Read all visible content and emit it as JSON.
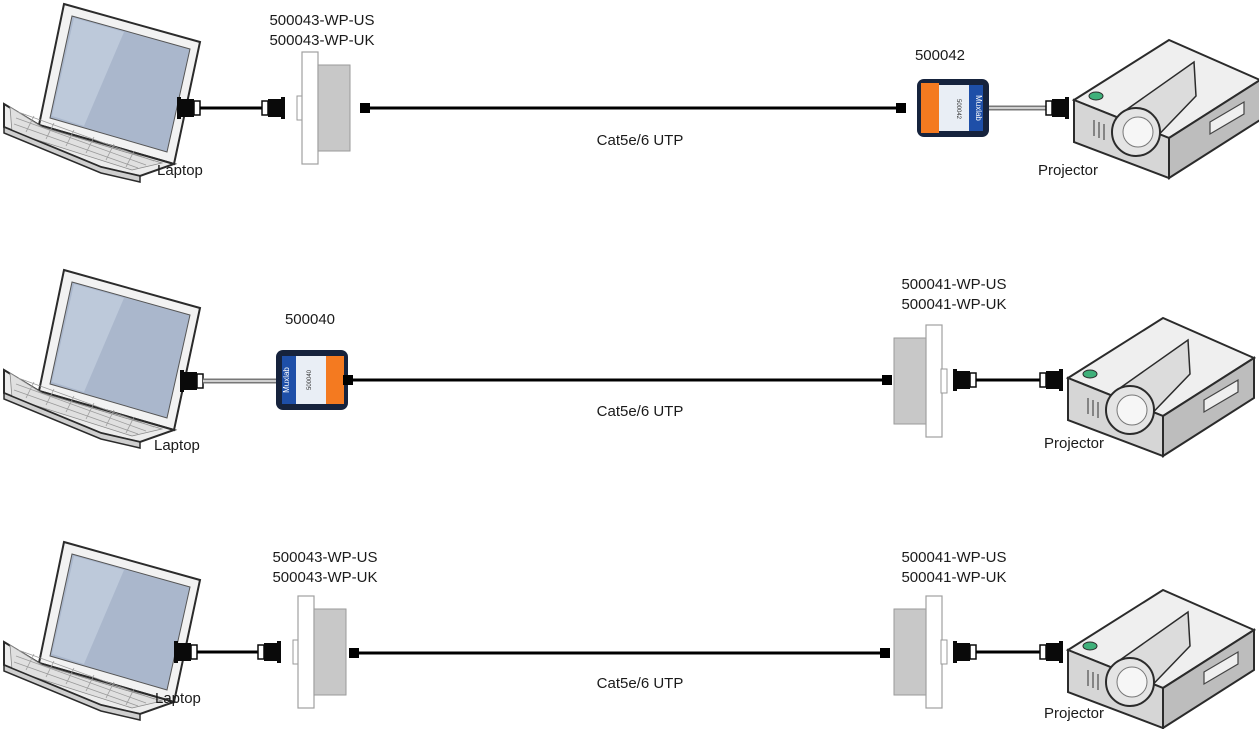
{
  "rows": [
    {
      "left_device": "Laptop",
      "left_part_1": "500043-WP-US",
      "left_part_2": "500043-WP-UK",
      "right_part": "500042",
      "cable": "Cat5e/6 UTP",
      "right_device": "Projector"
    },
    {
      "left_device": "Laptop",
      "left_part": "500040",
      "right_part_1": "500041-WP-US",
      "right_part_2": "500041-WP-UK",
      "cable": "Cat5e/6 UTP",
      "right_device": "Projector"
    },
    {
      "left_device": "Laptop",
      "left_part_1": "500043-WP-US",
      "left_part_2": "500043-WP-UK",
      "right_part_1": "500041-WP-US",
      "right_part_2": "500041-WP-UK",
      "cable": "Cat5e/6 UTP",
      "right_device": "Projector"
    }
  ],
  "adapter_brand": "Muxlab",
  "adapter_codes": [
    "500042",
    "500040"
  ],
  "colors": {
    "cable": "#000000",
    "wallplate": "#ffffff",
    "wallplate_insert": "#c8c8c8",
    "adapter_orange": "#f47a20",
    "adapter_blue": "#1e4fa8"
  }
}
